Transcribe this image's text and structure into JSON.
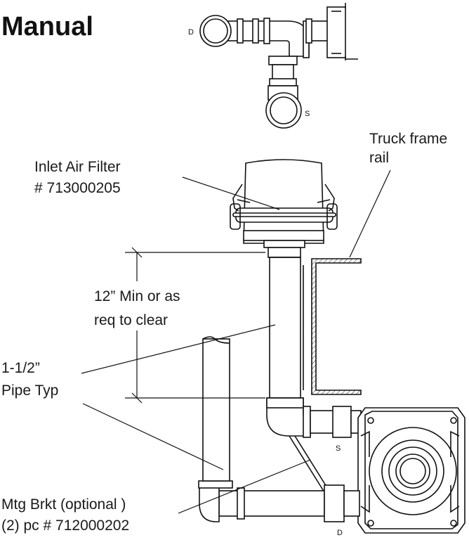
{
  "header": {
    "title": "Manual"
  },
  "top_view": {
    "port_d": "D",
    "port_s": "S"
  },
  "labels": {
    "truck_frame_line1": "Truck frame",
    "truck_frame_line2": "rail",
    "filter_line1": "Inlet Air Filter",
    "filter_line2": "# 713000205",
    "min_line1": "12” Min or as",
    "min_line2": "req to clear",
    "pipe_line1": "1-1/2”",
    "pipe_line2": "Pipe Typ",
    "bracket_line1": "Mtg Brkt (optional )",
    "bracket_line2": "(2) pc # 712000202"
  },
  "main_view": {
    "port_s": "S",
    "port_d": "D"
  }
}
